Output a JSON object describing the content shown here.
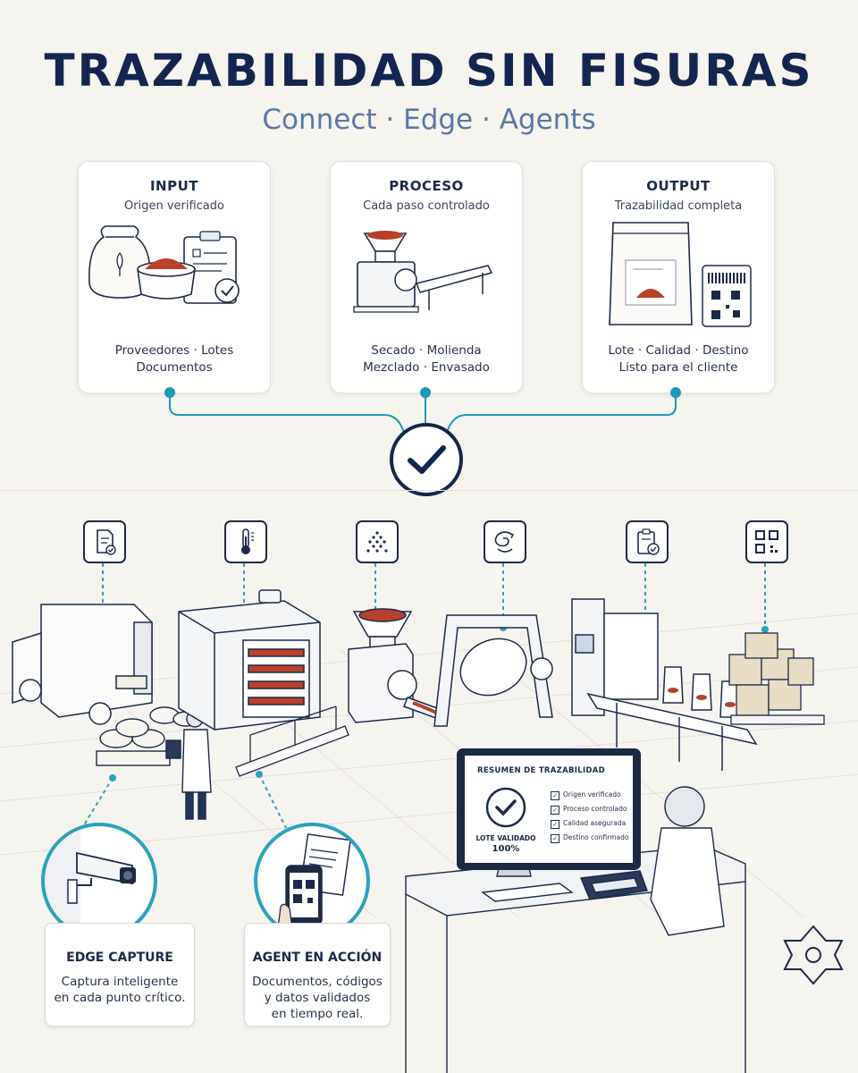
{
  "header": {
    "title": "TRAZABILIDAD SIN FISURAS",
    "subtitle": "Connect · Edge · Agents"
  },
  "cards": [
    {
      "title": "INPUT",
      "subtitle": "Origen verificado",
      "line1": "Proveedores · Lotes",
      "line2": "Documentos",
      "icon": "sack-bowl-clipboard-icon"
    },
    {
      "title": "PROCESO",
      "subtitle": "Cada paso controlado",
      "line1": "Secado · Molienda",
      "line2": "Mezclado · Envasado",
      "icon": "grinder-conveyor-icon"
    },
    {
      "title": "OUTPUT",
      "subtitle": "Trazabilidad completa",
      "line1": "Lote · Calidad · Destino",
      "line2": "Listo para el cliente",
      "icon": "package-qr-icon"
    }
  ],
  "center_check_icon": "check-circle-icon",
  "process_icons": [
    "document-check-icon",
    "thermometer-icon",
    "powder-dots-icon",
    "mixing-swirl-icon",
    "clipboard-check-icon",
    "qr-code-icon"
  ],
  "edge_capture": {
    "title": "EDGE CAPTURE",
    "text1": "Captura inteligente",
    "text2": "en cada punto crítico."
  },
  "agent": {
    "title": "AGENT EN ACCIÓN",
    "text1": "Documentos, códigos",
    "text2": "y datos validados",
    "text3": "en tiempo real."
  },
  "summary": {
    "title": "RESUMEN DE TRAZABILIDAD",
    "lote_label": "LOTE VALIDADO",
    "lote_pct": "100%",
    "items": [
      "Origen verificado",
      "Proceso controlado",
      "Calidad asegurada",
      "Destino confirmado"
    ]
  },
  "colors": {
    "navy": "#142650",
    "teal": "#1a9bb8",
    "paprika": "#b8412a",
    "background": "#f6f4ee"
  }
}
